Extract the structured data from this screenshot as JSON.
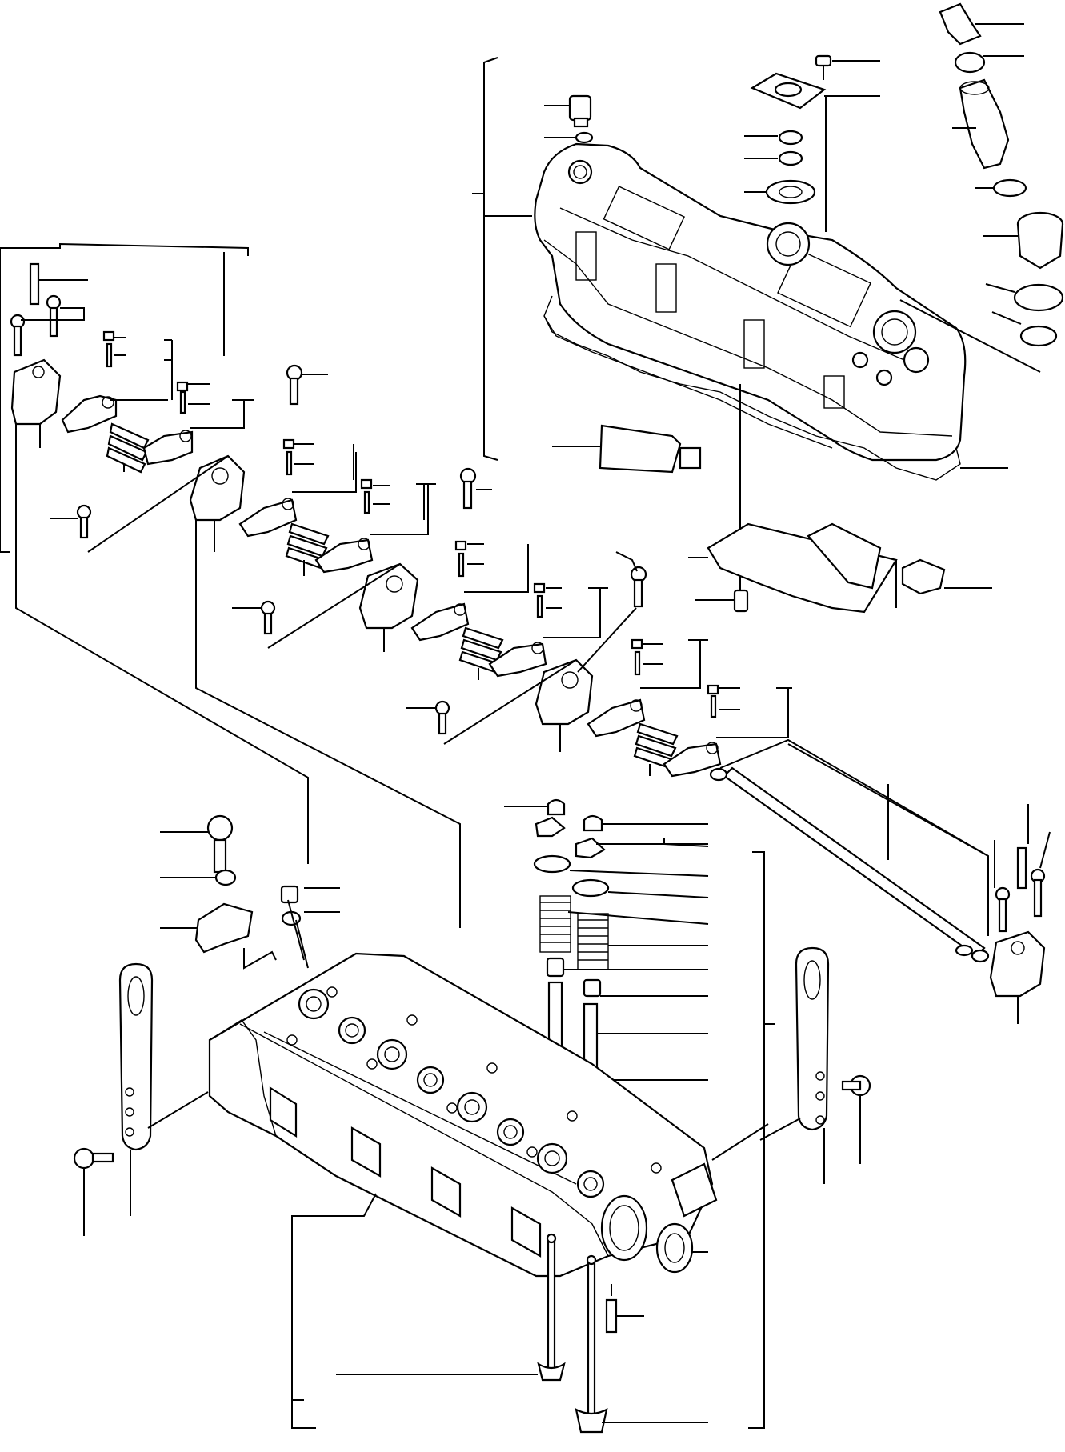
{
  "figure": {
    "kind": "exploded parts diagram",
    "background_color": "#ffffff",
    "ink_color": "#000000",
    "labels": [],
    "groups": [
      "valve-cover-assembly",
      "oil-filler-assembly",
      "rocker-arm-assembly",
      "rocker-shaft",
      "cylinder-head",
      "valve-train-parts",
      "lifting-brackets",
      "valves"
    ]
  }
}
